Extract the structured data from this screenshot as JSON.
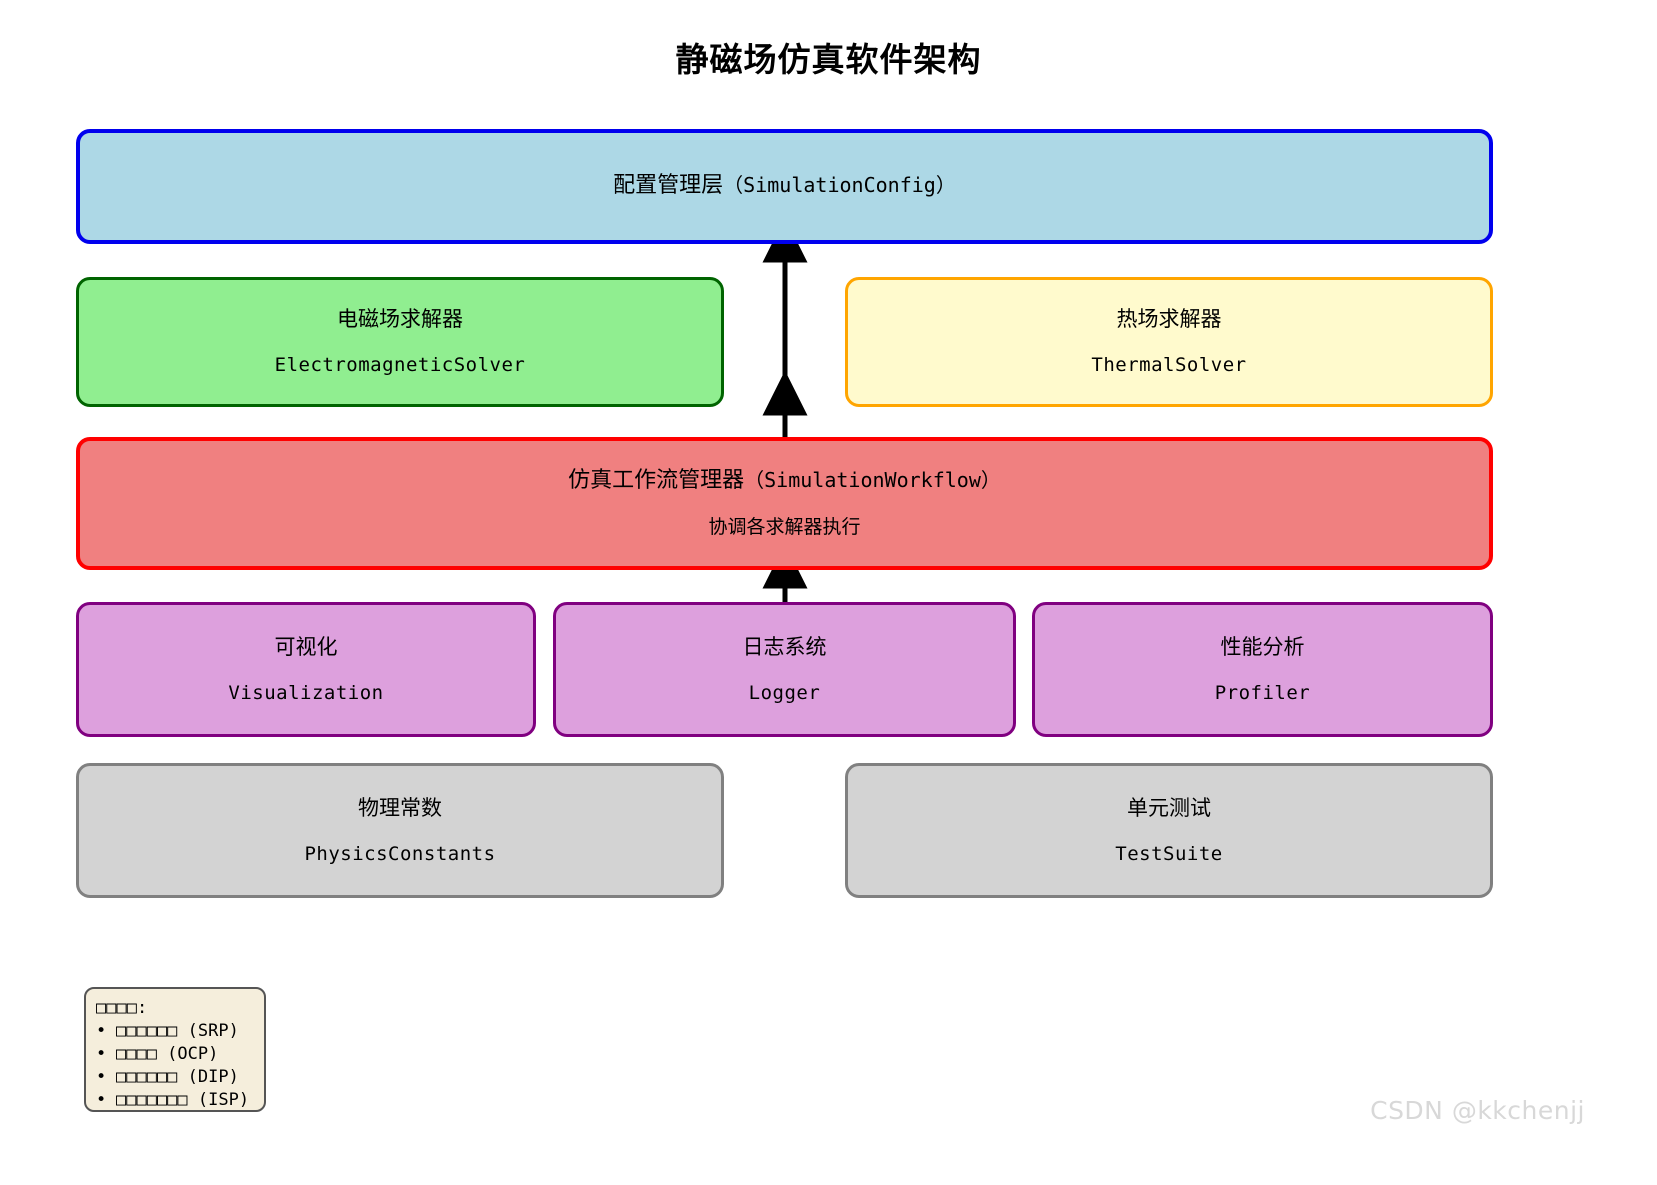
{
  "diagram": {
    "title": "静磁场仿真软件架构",
    "layers": {
      "config": {
        "label_cn": "配置管理层",
        "label_code": "（SimulationConfig）",
        "fill": "#ADD8E6",
        "stroke": "#0000EE"
      },
      "solvers": [
        {
          "name_cn": "电磁场求解器",
          "name_en": "ElectromagneticSolver",
          "fill": "#90EE90",
          "stroke": "#006400"
        },
        {
          "name_cn": "热场求解器",
          "name_en": "ThermalSolver",
          "fill": "#FFFACD",
          "stroke": "#FFA500"
        }
      ],
      "workflow": {
        "label_cn": "仿真工作流管理器",
        "label_code": "（SimulationWorkflow）",
        "subtitle": "协调各求解器执行",
        "fill": "#F08080",
        "stroke": "#FF0000"
      },
      "utilities": [
        {
          "name_cn": "可视化",
          "name_en": "Visualization",
          "fill": "#DDA0DD",
          "stroke": "#800080"
        },
        {
          "name_cn": "日志系统",
          "name_en": "Logger",
          "fill": "#DDA0DD",
          "stroke": "#800080"
        },
        {
          "name_cn": "性能分析",
          "name_en": "Profiler",
          "fill": "#DDA0DD",
          "stroke": "#800080"
        }
      ],
      "support": [
        {
          "name_cn": "物理常数",
          "name_en": "PhysicsConstants",
          "fill": "#D3D3D3",
          "stroke": "#808080"
        },
        {
          "name_cn": "单元测试",
          "name_en": "TestSuite",
          "fill": "#D3D3D3",
          "stroke": "#808080"
        }
      ]
    },
    "arrows": [
      {
        "from": "workflow",
        "to": "config",
        "direction": "up"
      },
      {
        "from": "utilities",
        "to": "workflow",
        "direction": "up"
      },
      {
        "from": "logger",
        "to": "workflow",
        "direction": "up"
      }
    ],
    "legend": {
      "title": "□□□□:",
      "items": [
        "□□□□□□ (SRP)",
        "□□□□ (OCP)",
        "□□□□□□ (DIP)",
        "□□□□□□□ (ISP)"
      ],
      "bullet": "•",
      "fill": "#F5EEDC",
      "stroke": "#555555"
    },
    "watermark": "CSDN @kkchenjj"
  }
}
